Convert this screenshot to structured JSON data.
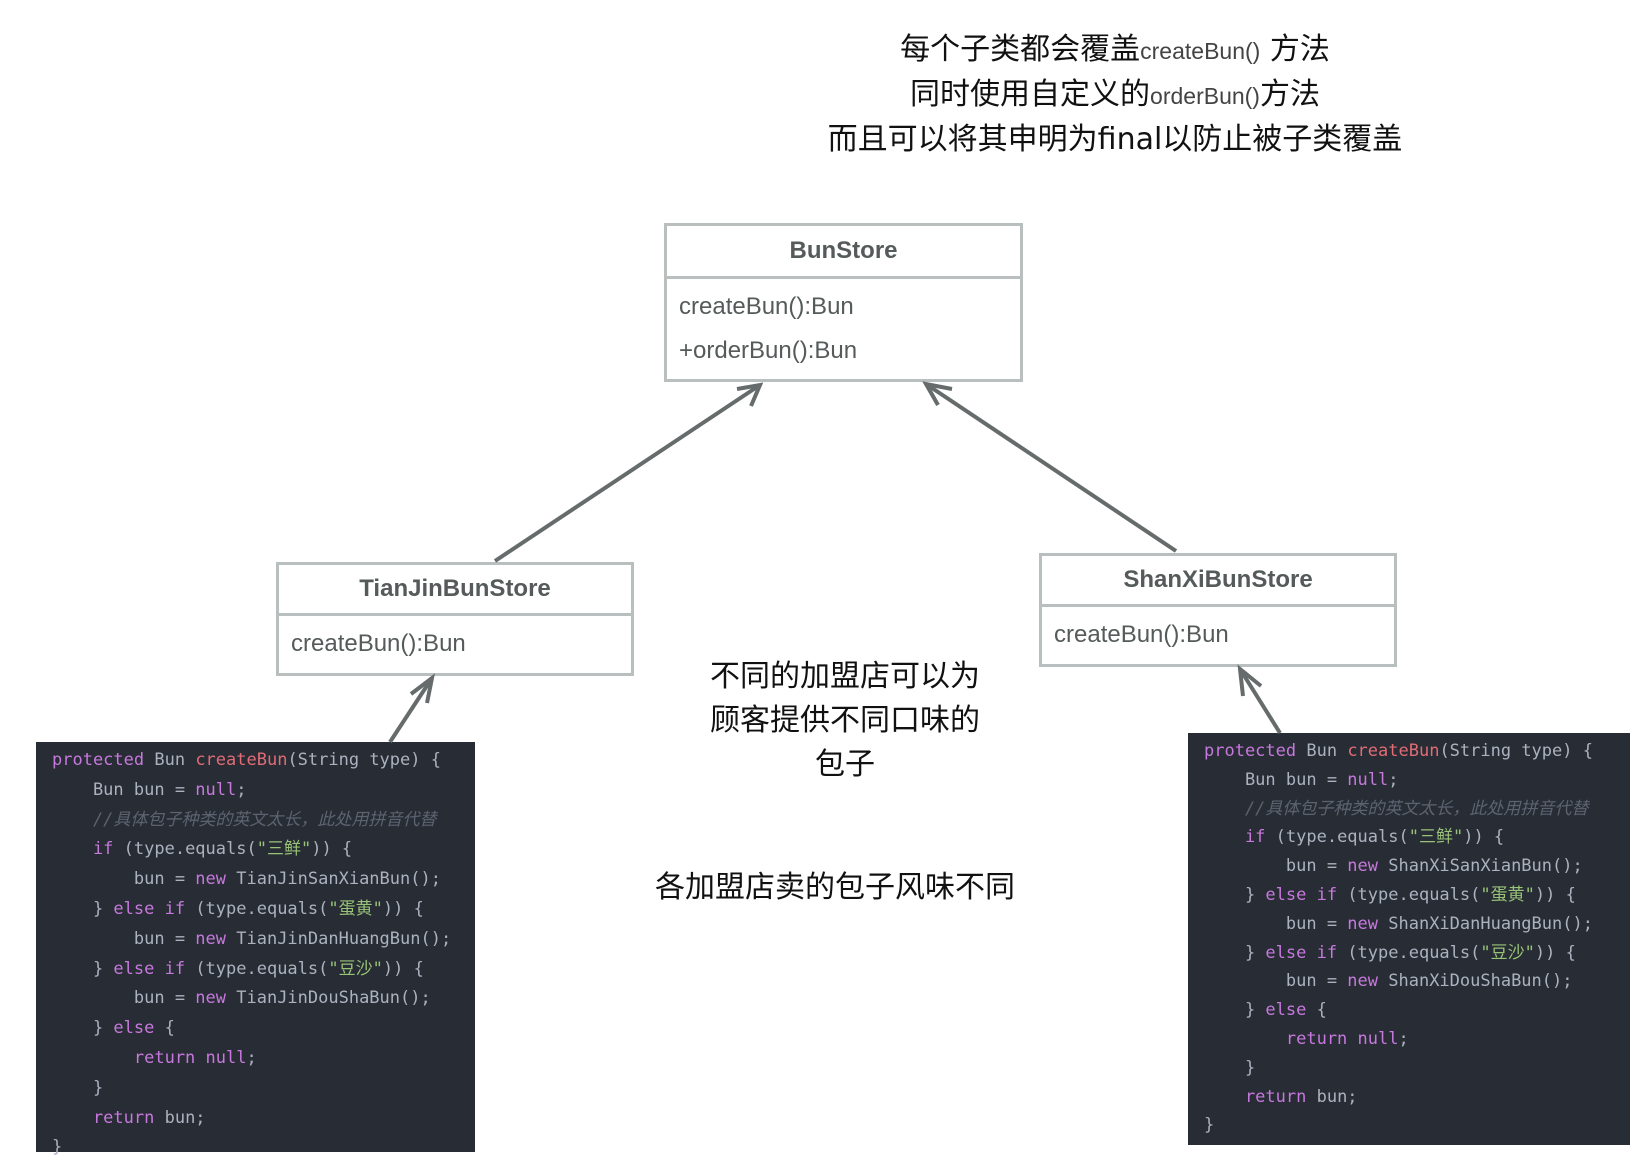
{
  "annotations": {
    "top": [
      {
        "before": "每个子类都会覆盖",
        "code": "createBun()",
        "after": " 方法"
      },
      {
        "before": "同时使用自定义的",
        "code": "orderBun()",
        "after": "方法"
      },
      {
        "before": "而且可以将其申明为final以防止被子类覆盖",
        "code": "",
        "after": ""
      }
    ],
    "middle": [
      "不同的加盟店可以为",
      "顾客提供不同口味的",
      "包子"
    ],
    "bottom": "各加盟店卖的包子风味不同"
  },
  "classes": {
    "bunstore": {
      "name": "BunStore",
      "operations": [
        "createBun():Bun",
        "+orderBun():Bun"
      ]
    },
    "tianjin": {
      "name": "TianJinBunStore",
      "operations": [
        "createBun():Bun"
      ]
    },
    "shanxi": {
      "name": "ShanXiBunStore",
      "operations": [
        "createBun():Bun"
      ]
    }
  },
  "relations": [
    {
      "from": "TianJinBunStore",
      "to": "BunStore",
      "type": "inheritance"
    },
    {
      "from": "ShanXiBunStore",
      "to": "BunStore",
      "type": "inheritance"
    },
    {
      "from": "code-left",
      "to": "TianJinBunStore",
      "type": "annotation"
    },
    {
      "from": "code-right",
      "to": "ShanXiBunStore",
      "type": "annotation"
    }
  ],
  "code_left": {
    "lines": [
      [
        [
          "k",
          "protected"
        ],
        [
          "p",
          " Bun "
        ],
        [
          "f",
          "createBun"
        ],
        [
          "p",
          "(String type) {"
        ]
      ],
      [
        [
          "p",
          "    Bun bun = "
        ],
        [
          "k",
          "null"
        ],
        [
          "p",
          ";"
        ]
      ],
      [
        [
          "c",
          "    //具体包子种类的英文太长，此处用拼音代替"
        ]
      ],
      [
        [
          "k",
          "    if"
        ],
        [
          "p",
          " (type.equals("
        ],
        [
          "s",
          "\"三鲜\""
        ],
        [
          "p",
          ")) {"
        ]
      ],
      [
        [
          "p",
          "        bun = "
        ],
        [
          "k",
          "new"
        ],
        [
          "p",
          " TianJinSanXianBun();"
        ]
      ],
      [
        [
          "p",
          "    } "
        ],
        [
          "k",
          "else if"
        ],
        [
          "p",
          " (type.equals("
        ],
        [
          "s",
          "\"蛋黄\""
        ],
        [
          "p",
          ")) {"
        ]
      ],
      [
        [
          "p",
          "        bun = "
        ],
        [
          "k",
          "new"
        ],
        [
          "p",
          " TianJinDanHuangBun();"
        ]
      ],
      [
        [
          "p",
          "    } "
        ],
        [
          "k",
          "else if"
        ],
        [
          "p",
          " (type.equals("
        ],
        [
          "s",
          "\"豆沙\""
        ],
        [
          "p",
          ")) {"
        ]
      ],
      [
        [
          "p",
          "        bun = "
        ],
        [
          "k",
          "new"
        ],
        [
          "p",
          " TianJinDouShaBun();"
        ]
      ],
      [
        [
          "p",
          "    } "
        ],
        [
          "k",
          "else"
        ],
        [
          "p",
          " {"
        ]
      ],
      [
        [
          "k",
          "        return"
        ],
        [
          "k",
          " null"
        ],
        [
          "p",
          ";"
        ]
      ],
      [
        [
          "p",
          "    }"
        ]
      ],
      [
        [
          "k",
          "    return"
        ],
        [
          "p",
          " bun;"
        ]
      ],
      [
        [
          "p",
          "}"
        ]
      ]
    ]
  },
  "code_right": {
    "lines": [
      [
        [
          "k",
          "protected"
        ],
        [
          "p",
          " Bun "
        ],
        [
          "f",
          "createBun"
        ],
        [
          "p",
          "(String type) {"
        ]
      ],
      [
        [
          "p",
          "    Bun bun = "
        ],
        [
          "k",
          "null"
        ],
        [
          "p",
          ";"
        ]
      ],
      [
        [
          "c",
          "    //具体包子种类的英文太长，此处用拼音代替"
        ]
      ],
      [
        [
          "k",
          "    if"
        ],
        [
          "p",
          " (type.equals("
        ],
        [
          "s",
          "\"三鲜\""
        ],
        [
          "p",
          ")) {"
        ]
      ],
      [
        [
          "p",
          "        bun = "
        ],
        [
          "k",
          "new"
        ],
        [
          "p",
          " ShanXiSanXianBun();"
        ]
      ],
      [
        [
          "p",
          "    } "
        ],
        [
          "k",
          "else if"
        ],
        [
          "p",
          " (type.equals("
        ],
        [
          "s",
          "\"蛋黄\""
        ],
        [
          "p",
          ")) {"
        ]
      ],
      [
        [
          "p",
          "        bun = "
        ],
        [
          "k",
          "new"
        ],
        [
          "p",
          " ShanXiDanHuangBun();"
        ]
      ],
      [
        [
          "p",
          "    } "
        ],
        [
          "k",
          "else if"
        ],
        [
          "p",
          " (type.equals("
        ],
        [
          "s",
          "\"豆沙\""
        ],
        [
          "p",
          ")) {"
        ]
      ],
      [
        [
          "p",
          "        bun = "
        ],
        [
          "k",
          "new"
        ],
        [
          "p",
          " ShanXiDouShaBun();"
        ]
      ],
      [
        [
          "p",
          "    } "
        ],
        [
          "k",
          "else"
        ],
        [
          "p",
          " {"
        ]
      ],
      [
        [
          "k",
          "        return"
        ],
        [
          "k",
          " null"
        ],
        [
          "p",
          ";"
        ]
      ],
      [
        [
          "p",
          "    }"
        ]
      ],
      [
        [
          "k",
          "    return"
        ],
        [
          "p",
          " bun;"
        ]
      ],
      [
        [
          "p",
          "}"
        ]
      ]
    ]
  },
  "colors": {
    "uml_border": "#b9bebf",
    "uml_text": "#555a5a",
    "arrow": "#666b6b",
    "code_bg": "#282c34",
    "code_keyword": "#c678dd",
    "code_function": "#e06c75",
    "code_string": "#98c379",
    "code_comment": "#5c6370",
    "code_plain": "#abb2bf"
  }
}
